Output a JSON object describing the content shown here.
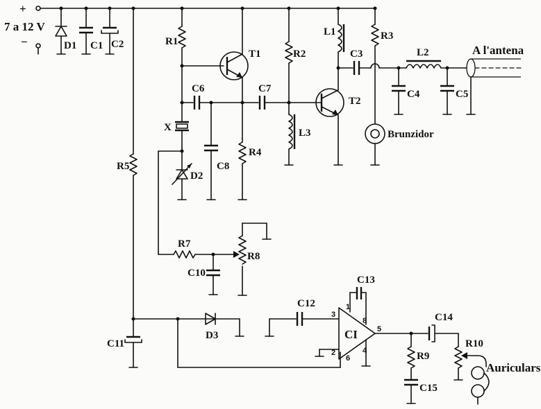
{
  "supply": {
    "plus": "+",
    "minus": "−",
    "voltage": "7 a 12 V"
  },
  "labels": {
    "D1": "D1",
    "C1": "C1",
    "C2": "C2",
    "R1": "R1",
    "T1": "T1",
    "R2": "R2",
    "L1": "L1",
    "R3": "R3",
    "C3": "C3",
    "L2": "L2",
    "antenna": "A l'antena",
    "C4": "C4",
    "C5": "C5",
    "C6": "C6",
    "C7": "C7",
    "T2": "T2",
    "X": "X",
    "L3": "L3",
    "brunzidor": "Brunzidor",
    "R5": "R5",
    "D2": "D2",
    "C8": "C8",
    "R4": "R4",
    "R7": "R7",
    "R8": "R8",
    "C10": "C10",
    "C11": "C11",
    "D3": "D3",
    "C12": "C12",
    "C13": "C13",
    "CI": "CI",
    "C14": "C14",
    "R10": "R10",
    "R9": "R9",
    "C15": "C15",
    "auriculars": "Auriculars"
  },
  "pins": {
    "p1": "1",
    "p2": "2",
    "p3": "3",
    "p4": "4",
    "p5": "5",
    "p6": "6",
    "p8": "8"
  }
}
